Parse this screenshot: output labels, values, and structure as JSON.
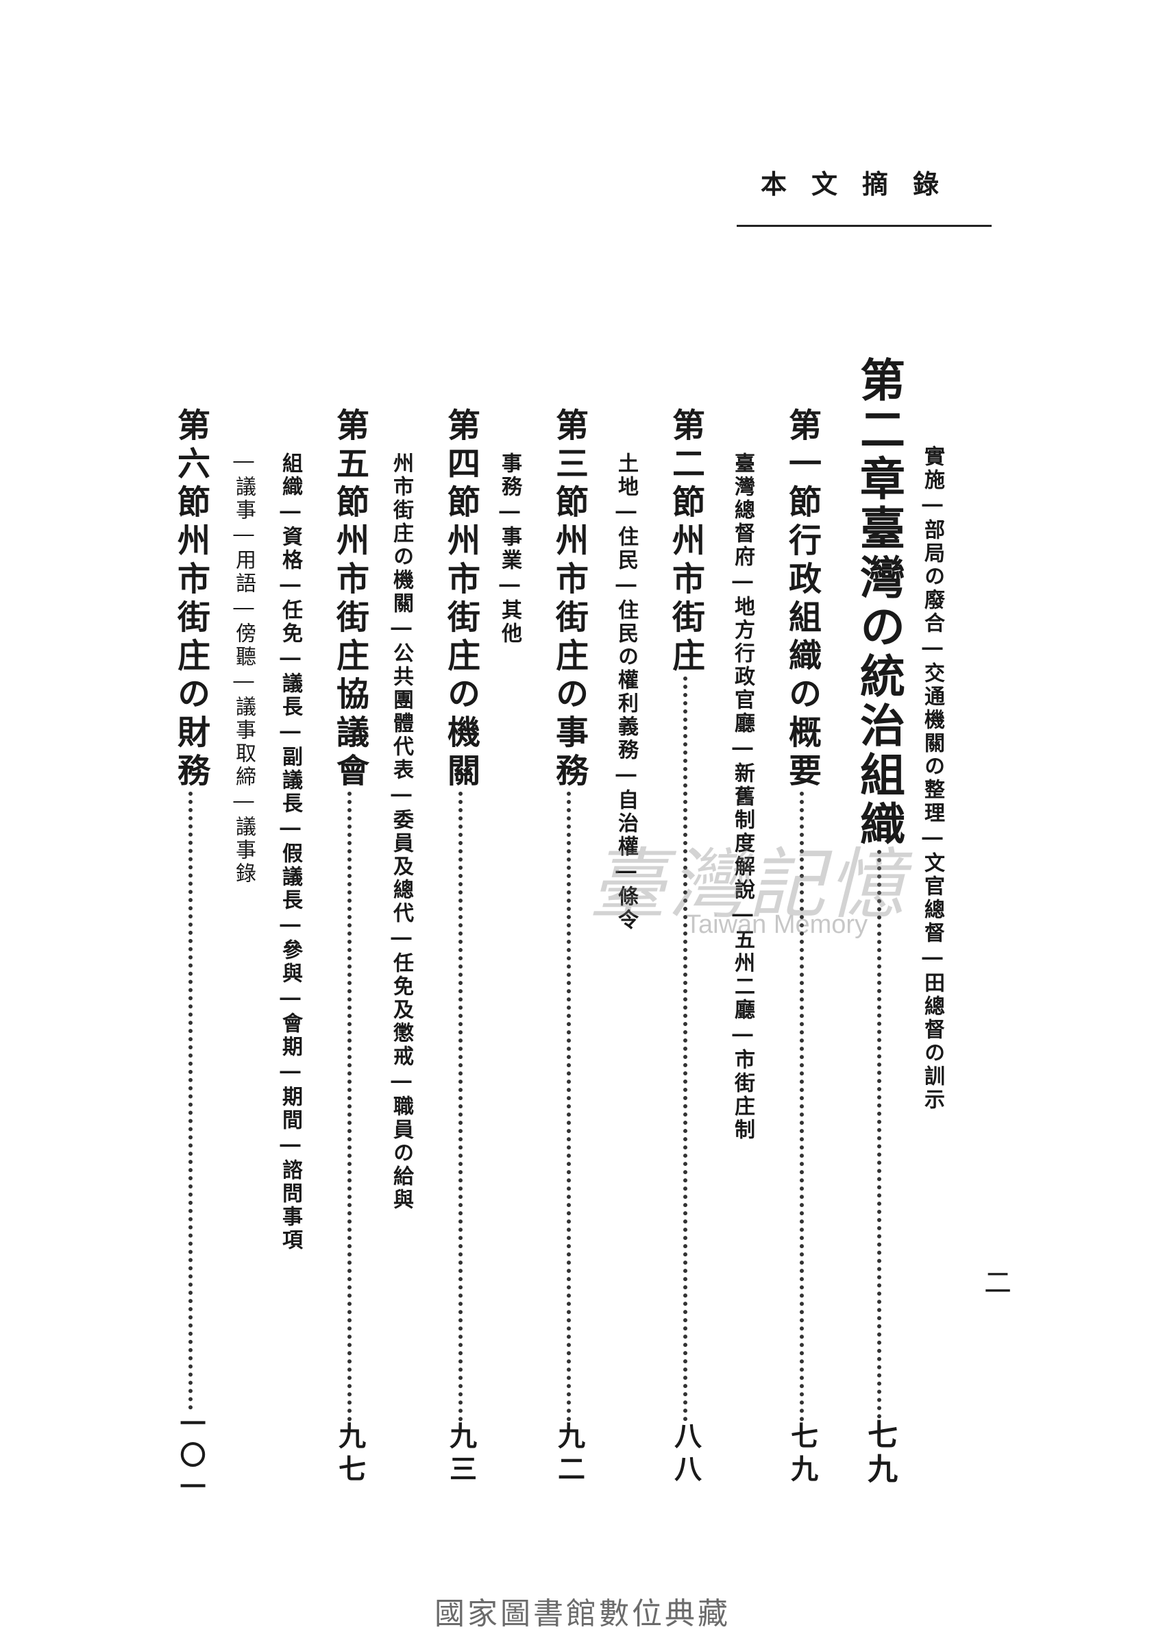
{
  "running_header": "本文摘錄",
  "page_number": "二",
  "entries": [
    {
      "kind": "sub",
      "text": "實施―部局の廢合―交通機關の整理―文官總督―田總督の訓示"
    },
    {
      "kind": "chapter",
      "label": "第二章",
      "title": "臺灣の統治組織",
      "page": "七九"
    },
    {
      "kind": "section",
      "label": "第一節",
      "title": "行政組織の概要",
      "page": "七九"
    },
    {
      "kind": "sub",
      "text": "臺灣總督府―地方行政官廳―新舊制度解說―五州二廳―市街庄制"
    },
    {
      "kind": "section",
      "label": "第二節",
      "title": "州市街庄",
      "page": "八八"
    },
    {
      "kind": "sub",
      "text": "土地―住民―住民の權利義務―自治權―條令"
    },
    {
      "kind": "section",
      "label": "第三節",
      "title": "州市街庄の事務",
      "page": "九二"
    },
    {
      "kind": "sub",
      "text": "事務―事業―其他"
    },
    {
      "kind": "section",
      "label": "第四節",
      "title": "州市街庄の機關",
      "page": "九三"
    },
    {
      "kind": "sub",
      "text": "州市街庄の機關―公共團體代表―委員及總代―任免及懲戒―職員の給與"
    },
    {
      "kind": "section",
      "label": "第五節",
      "title": "州市街庄協議會",
      "page": "九七"
    },
    {
      "kind": "sub",
      "text": "組織―資格―任免―議長―副議長―假議長―參與―會期―期間―諮問事項"
    },
    {
      "kind": "sub",
      "text": "―議事―用語―傍聽―議事取締―議事錄"
    },
    {
      "kind": "section",
      "label": "第六節",
      "title": "州市街庄の財務",
      "page": "一〇一"
    }
  ],
  "watermark": {
    "chinese": "臺灣記憶",
    "english": "Taiwan Memory"
  },
  "footer": "國家圖書館數位典藏"
}
